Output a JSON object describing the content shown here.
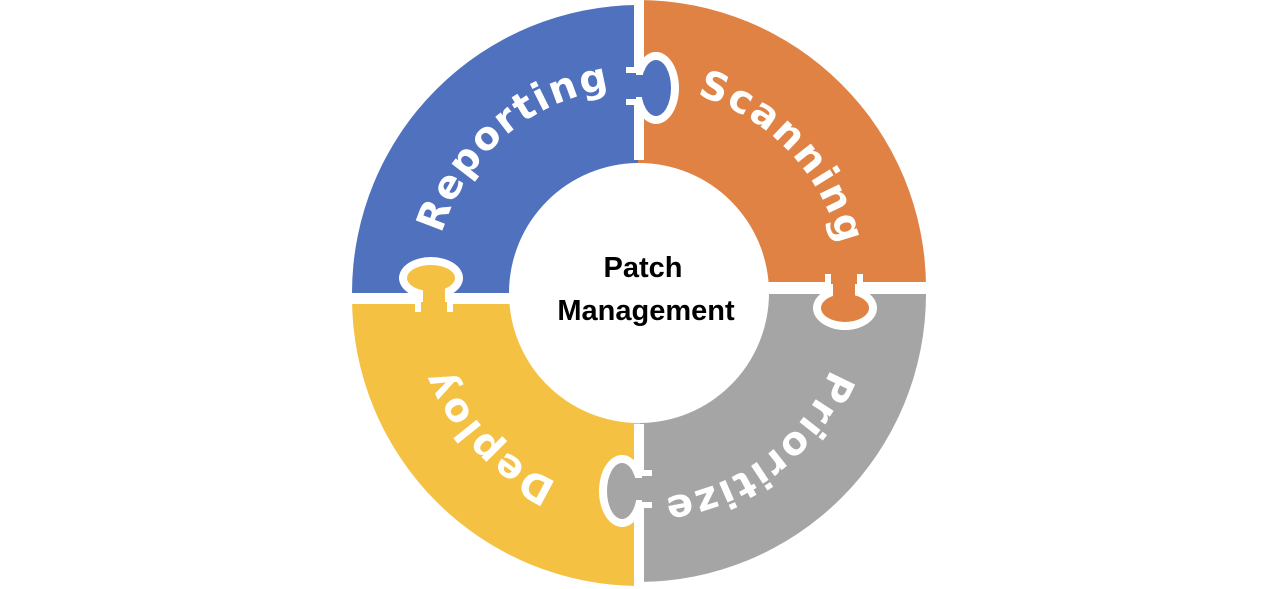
{
  "diagram": {
    "type": "puzzle-cycle",
    "center": {
      "line1": "Patch",
      "line2": "Management"
    },
    "segments": [
      {
        "id": "reporting",
        "label": "Reporting",
        "color": "#4F71BE",
        "position": "top-left"
      },
      {
        "id": "scanning",
        "label": "Scanning",
        "color": "#DF8244",
        "position": "top-right"
      },
      {
        "id": "prioritize",
        "label": "Prioritize",
        "color": "#A5A5A5",
        "position": "bottom-right"
      },
      {
        "id": "deploy",
        "label": "Deploy",
        "color": "#F4C143",
        "position": "bottom-left"
      }
    ],
    "background": "#FFFFFF",
    "gap_color": "#FFFFFF"
  }
}
